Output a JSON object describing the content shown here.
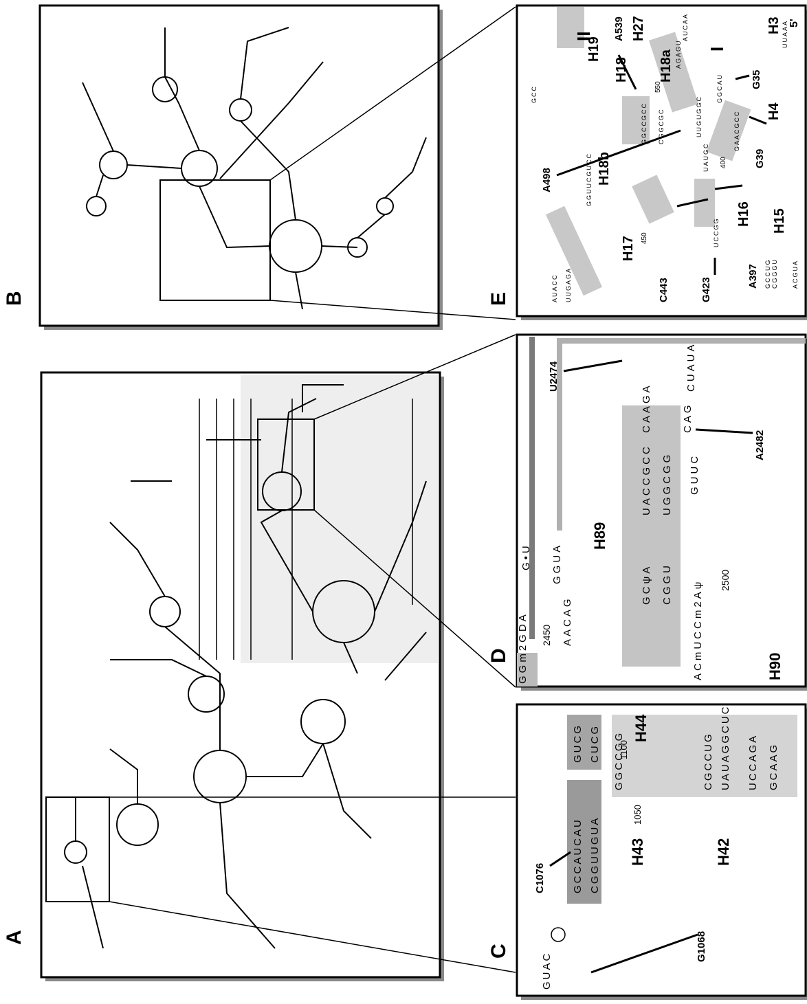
{
  "panels": {
    "A": {
      "label": "A"
    },
    "B": {
      "label": "B"
    },
    "C": {
      "label": "C",
      "helices": [
        "H42",
        "H43",
        "H44"
      ],
      "annotations": [
        "C1076",
        "G1068"
      ],
      "numbers": [
        "1050",
        "1100"
      ],
      "sequences": [
        "GCCAUCAU",
        "CGGUUGUA",
        "GUCG",
        "CUCG",
        "GGCCGG",
        "CGCCUG",
        "UAUAGGCUC",
        "UCCAGA",
        "GCAAG",
        "GUAC"
      ]
    },
    "D": {
      "label": "D",
      "helices": [
        "H89",
        "H90"
      ],
      "annotations": [
        "U2474",
        "A2482"
      ],
      "numbers": [
        "2450",
        "2500"
      ],
      "sequences": [
        "UACCGCC",
        "UGGCGG",
        "CGGU",
        "GCψA",
        "CAAGA",
        "CAG",
        "CUAUA",
        "GUUC",
        "G•U",
        "GGUA",
        "GGm2GDA",
        "AACAG",
        "ACmUCCm2Aψ"
      ]
    },
    "E": {
      "label": "E",
      "helices": [
        "H3",
        "H4",
        "H15",
        "H16",
        "H17",
        "H18",
        "H18a",
        "H18b",
        "H19",
        "H27"
      ],
      "roman": [
        "II",
        "I"
      ],
      "annotations": [
        "A539",
        "G35",
        "G39",
        "A498",
        "C443",
        "G423",
        "A397"
      ],
      "numbers": [
        "450",
        "550",
        "400"
      ],
      "five_prime": "5'",
      "sequences": [
        "GCC",
        "AUACC",
        "UUGAGA",
        "GGUUCGUCC",
        "UCCGG",
        "GCCUG",
        "CGGGU",
        "ACGUA",
        "UAUGC",
        "GGCAU",
        "AGAGU",
        "UUAAA",
        "AUCAA",
        "GGCCGCC",
        "CGGCGC",
        "GAACGCC",
        "UUGUGGC"
      ]
    }
  }
}
